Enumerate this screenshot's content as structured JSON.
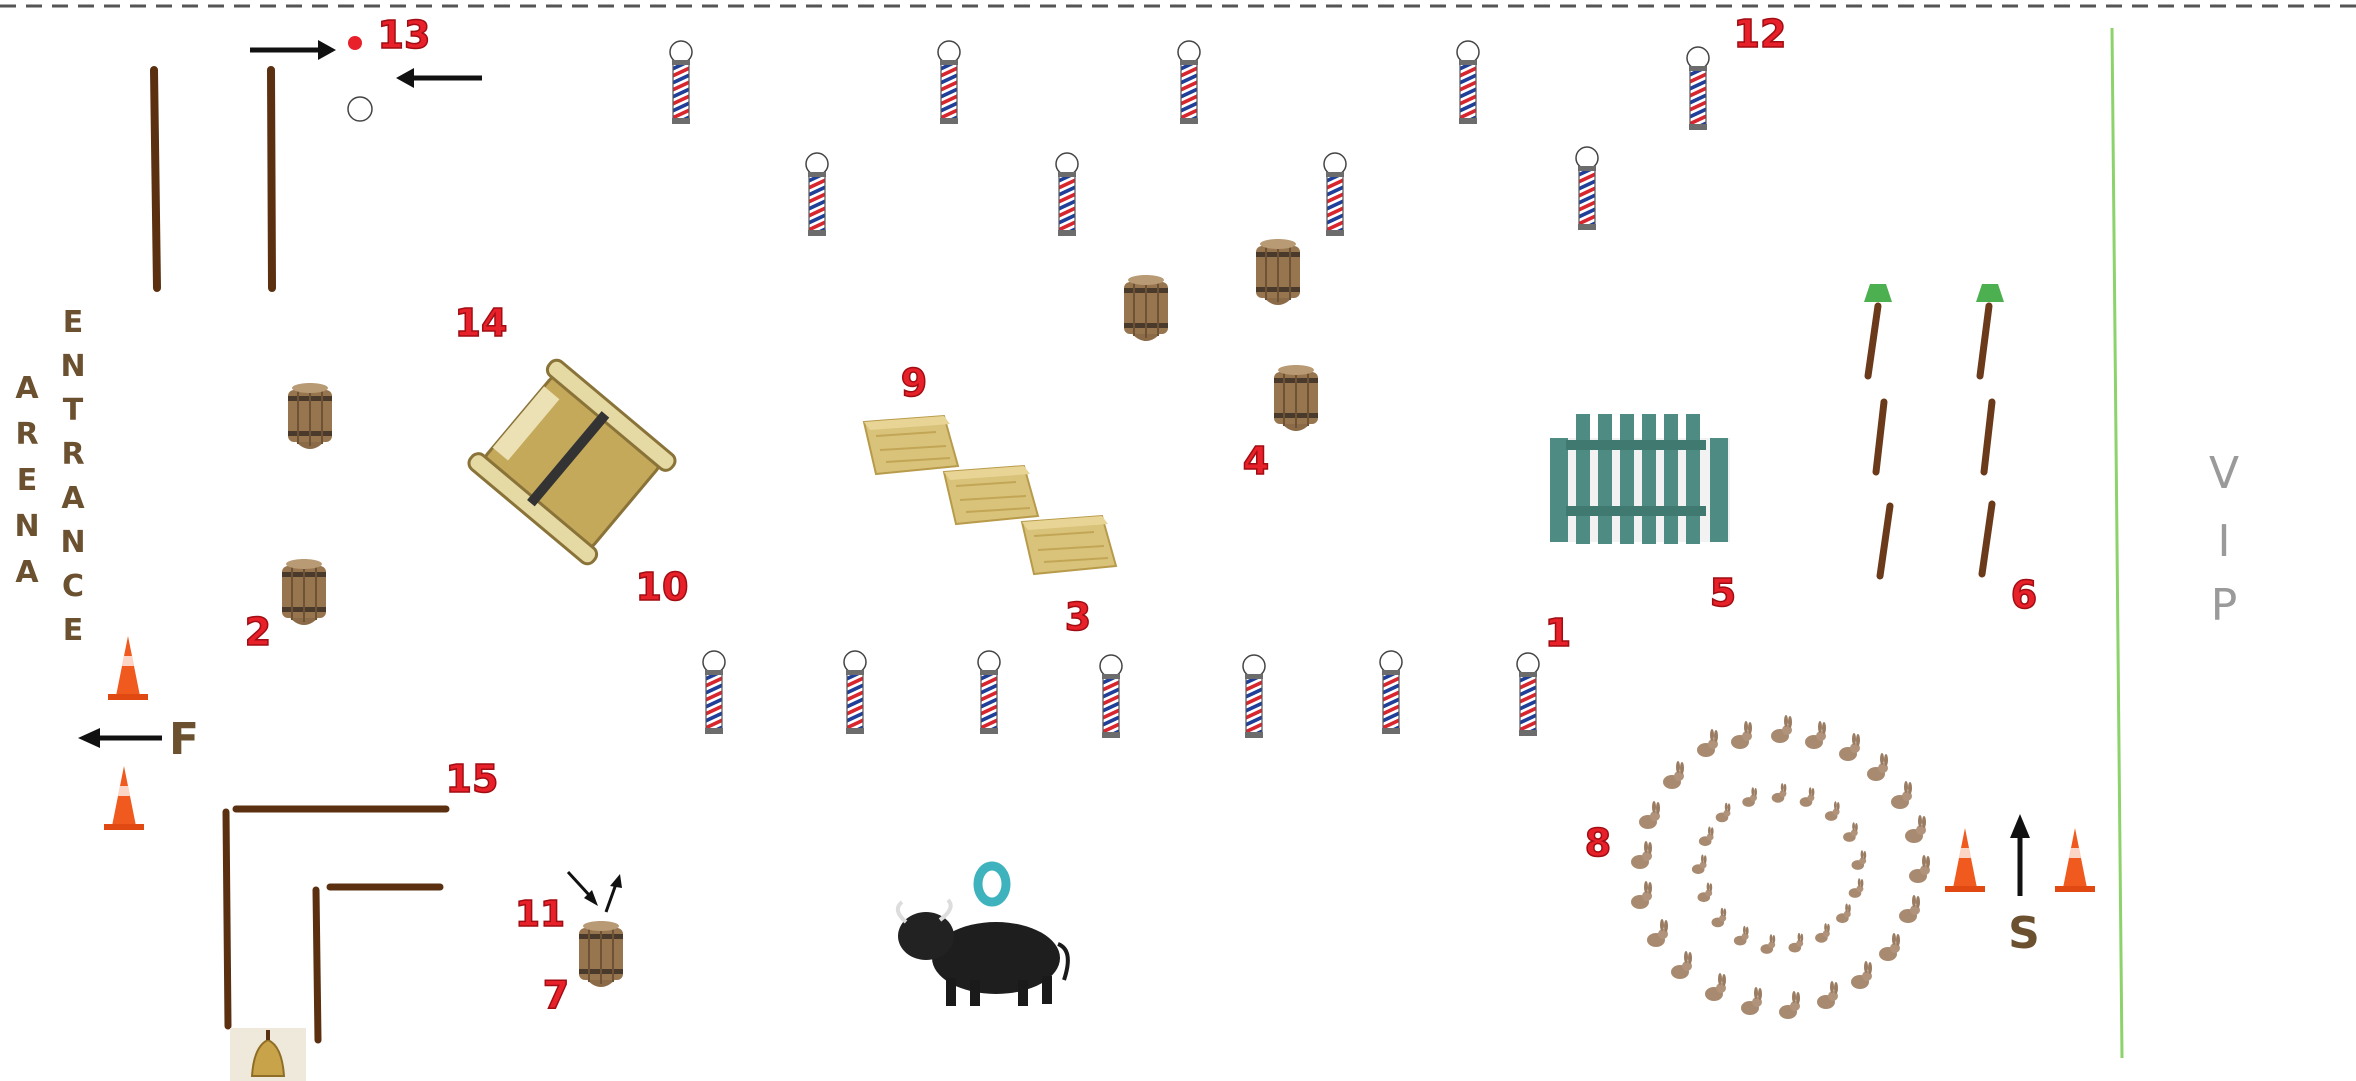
{
  "course": {
    "arena_label": [
      "A",
      "R",
      "E",
      "N",
      "A"
    ],
    "entrance_label": [
      "E",
      "N",
      "T",
      "R",
      "A",
      "N",
      "C",
      "E"
    ],
    "vip_label": [
      "V",
      "I",
      "P"
    ],
    "start_label": "S",
    "finish_label": "F",
    "obstacle_numbers": {
      "n1": "1",
      "n2": "2",
      "n3": "3",
      "n4": "4",
      "n5": "5",
      "n6": "6",
      "n7": "7",
      "n8": "8",
      "n9": "9",
      "n10": "10",
      "n11": "11",
      "n12": "12",
      "n13": "13",
      "n14": "14",
      "n15": "15"
    },
    "ring_label": "O"
  },
  "colors": {
    "number_red": "#e8202a",
    "label_brown": "#6b5130",
    "pole_wood": "#6a3a1a",
    "cone_orange": "#f05a1e",
    "rail_green": "#8cd36b",
    "ring_teal": "#3fb3bd",
    "gate_teal": "#4e8b82",
    "bale": "#d9c27a",
    "cone_green": "#4caf50"
  }
}
